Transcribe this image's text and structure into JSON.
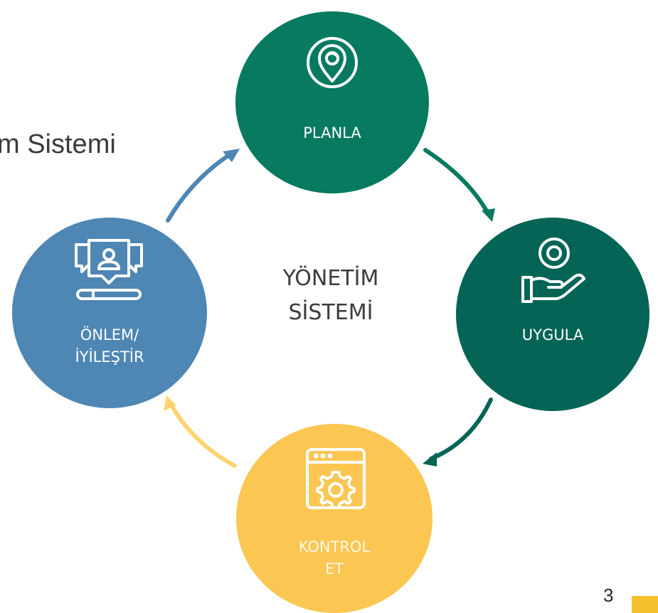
{
  "slide": {
    "title_fragment": "m Sistemi",
    "page_number": "3"
  },
  "center": {
    "text": "YÖNETİM\nSİSTEMİ"
  },
  "cycle": {
    "plan": {
      "label": "PLANLA",
      "icon": "location-pin-icon",
      "color": "#077a5f"
    },
    "do": {
      "label": "UYGULA",
      "icon": "hand-with-coin-icon",
      "color": "#046456"
    },
    "check": {
      "label": "KONTROL\nET",
      "icon": "browser-gear-icon",
      "color": "#fcc652"
    },
    "act": {
      "label": "ÖNLEM/\nİYİLEŞTİR",
      "icon": "chat-user-icon",
      "color": "#4e86b4"
    }
  },
  "colors": {
    "arrow_blue": "#4e86b4",
    "arrow_green": "#077a5f",
    "arrow_dark": "#046456",
    "arrow_yellow": "#fcd46f",
    "accent_bar": "#f4c02d"
  }
}
